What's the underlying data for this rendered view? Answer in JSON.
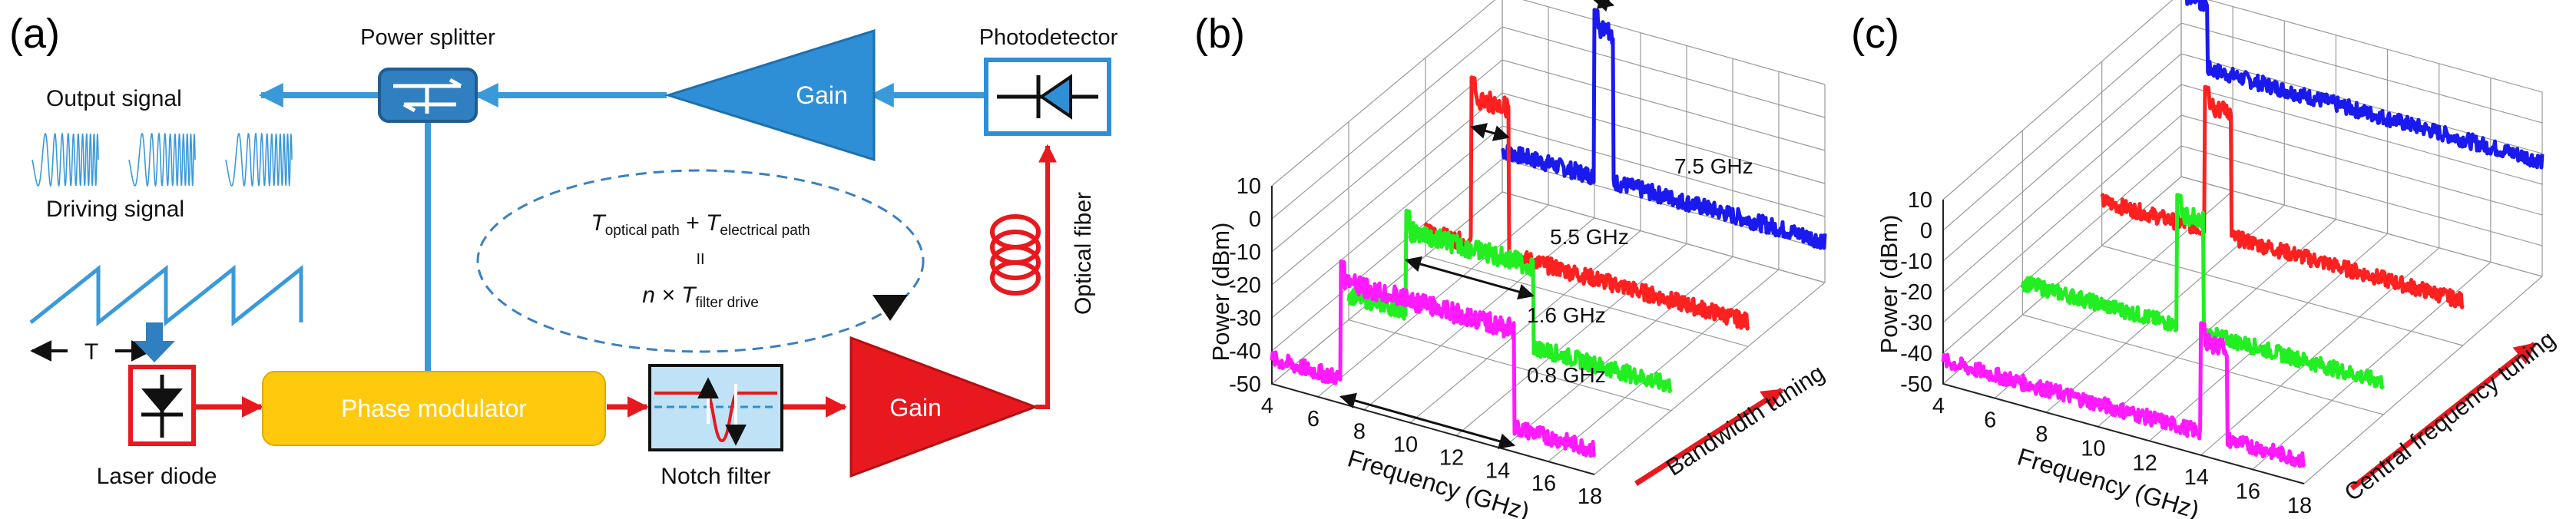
{
  "panel_a": {
    "panel_label": "(a)",
    "labels": {
      "power_splitter": "Power splitter",
      "photodetector": "Photodetector",
      "output_signal": "Output signal",
      "driving_signal": "Driving signal",
      "period": "T",
      "gain_top": "Gain",
      "gain_bottom": "Gain",
      "phase_modulator": "Phase modulator",
      "laser_diode": "Laser diode",
      "notch_filter": "Notch filter",
      "optical_fiber": "Optical fiber"
    },
    "equation": {
      "line1_t1": "T",
      "line1_sub1": "optical path",
      "line1_plus": " + ",
      "line1_t2": "T",
      "line1_sub2": "electrical path",
      "line2": "II",
      "line3_n": "n × ",
      "line3_t": "T",
      "line3_sub": "filter drive"
    },
    "colors": {
      "electrical": "#3a9ad9",
      "optical": "#e8191e",
      "modulator": "#ffc90e",
      "gain_blue": "#2e8fd6",
      "gain_red": "#e8191e"
    }
  },
  "chart_data": [
    {
      "panel_label": "(b)",
      "type": "line",
      "style": "3d-waterfall",
      "xlabel": "Frequency (GHz)",
      "ylabel": "Power (dBm)",
      "zlabel": "Bandwidth tuning",
      "xticks": [
        "4",
        "6",
        "8",
        "10",
        "12",
        "14",
        "16",
        "18"
      ],
      "yticks": [
        "10",
        "0",
        "-10",
        "-20",
        "-30",
        "-40",
        "-50"
      ],
      "xlim": [
        4,
        18
      ],
      "ylim": [
        -50,
        10
      ],
      "annotations": [
        "0.8 GHz",
        "1.6 GHz",
        "5.5 GHz",
        "7.5 GHz"
      ],
      "series": [
        {
          "color": "#ff1aff",
          "floor": -45,
          "pass": [
            7,
            14.5
          ],
          "pass_level": -10,
          "bandwidth_ghz": 7.5
        },
        {
          "color": "#22ee22",
          "floor": -45,
          "pass": [
            6.5,
            12
          ],
          "pass_level": -15,
          "bandwidth_ghz": 5.5
        },
        {
          "color": "#ff2020",
          "floor": -45,
          "pass": [
            6,
            7.6
          ],
          "pass_level": 5,
          "bandwidth_ghz": 1.6
        },
        {
          "color": "#1a1aee",
          "floor": -40,
          "pass": [
            8,
            8.8
          ],
          "pass_level": 10,
          "bandwidth_ghz": 0.8
        }
      ]
    },
    {
      "panel_label": "(c)",
      "type": "line",
      "style": "3d-waterfall",
      "xlabel": "Frequency (GHz)",
      "ylabel": "Power (dBm)",
      "zlabel": "Central frequency tuning",
      "xticks": [
        "4",
        "6",
        "8",
        "10",
        "12",
        "14",
        "16",
        "18"
      ],
      "yticks": [
        "10",
        "0",
        "-10",
        "-20",
        "-30",
        "-40",
        "-50"
      ],
      "xlim": [
        4,
        18
      ],
      "ylim": [
        -50,
        10
      ],
      "series": [
        {
          "color": "#ff1aff",
          "floor": -45,
          "pass": [
            14,
            15
          ],
          "pass_level": -10
        },
        {
          "color": "#22ee22",
          "floor": -42,
          "pass": [
            10,
            11
          ],
          "pass_level": 0
        },
        {
          "color": "#ff2020",
          "floor": -38,
          "pass": [
            8,
            9
          ],
          "pass_level": 8
        },
        {
          "color": "#1a1aee",
          "floor": -15,
          "pass": [
            4,
            5
          ],
          "pass_level": 12
        }
      ]
    }
  ]
}
